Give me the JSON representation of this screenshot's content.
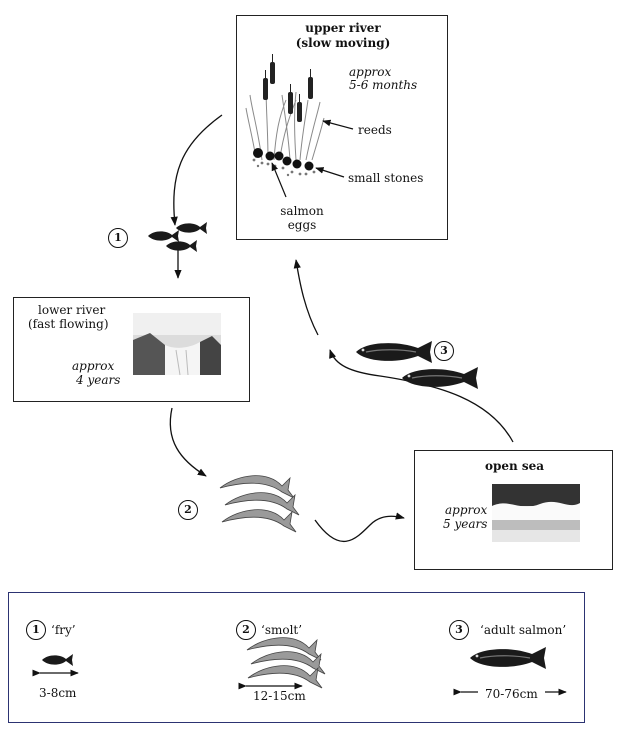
{
  "stages": {
    "upper_river": {
      "title": "upper river",
      "subtitle": "(slow moving)",
      "duration_line1": "approx",
      "duration_line2": "5-6 months"
    },
    "upper_labels": {
      "reeds": "reeds",
      "small_stones": "small stones",
      "eggs_line1": "salmon",
      "eggs_line2": "eggs"
    },
    "lower_river": {
      "title": "lower river",
      "subtitle": "(fast flowing)",
      "duration_line1": "approx",
      "duration_line2": "4 years"
    },
    "open_sea": {
      "title": "open sea",
      "duration_line1": "approx",
      "duration_line2": "5 years"
    }
  },
  "markers": {
    "one": "1",
    "two": "2",
    "three": "3"
  },
  "legend": {
    "fry": {
      "number": "1",
      "name": "‘fry’",
      "size": "3-8cm"
    },
    "smolt": {
      "number": "2",
      "name": "‘smolt’",
      "size": "12-15cm"
    },
    "adult": {
      "number": "3",
      "name": "‘adult salmon’",
      "size": "70-76cm"
    }
  },
  "colors": {
    "line": "#111111",
    "legend_border": "#2c3372",
    "fish": "#1a1a1a",
    "smolt": "#9a9a9a"
  }
}
